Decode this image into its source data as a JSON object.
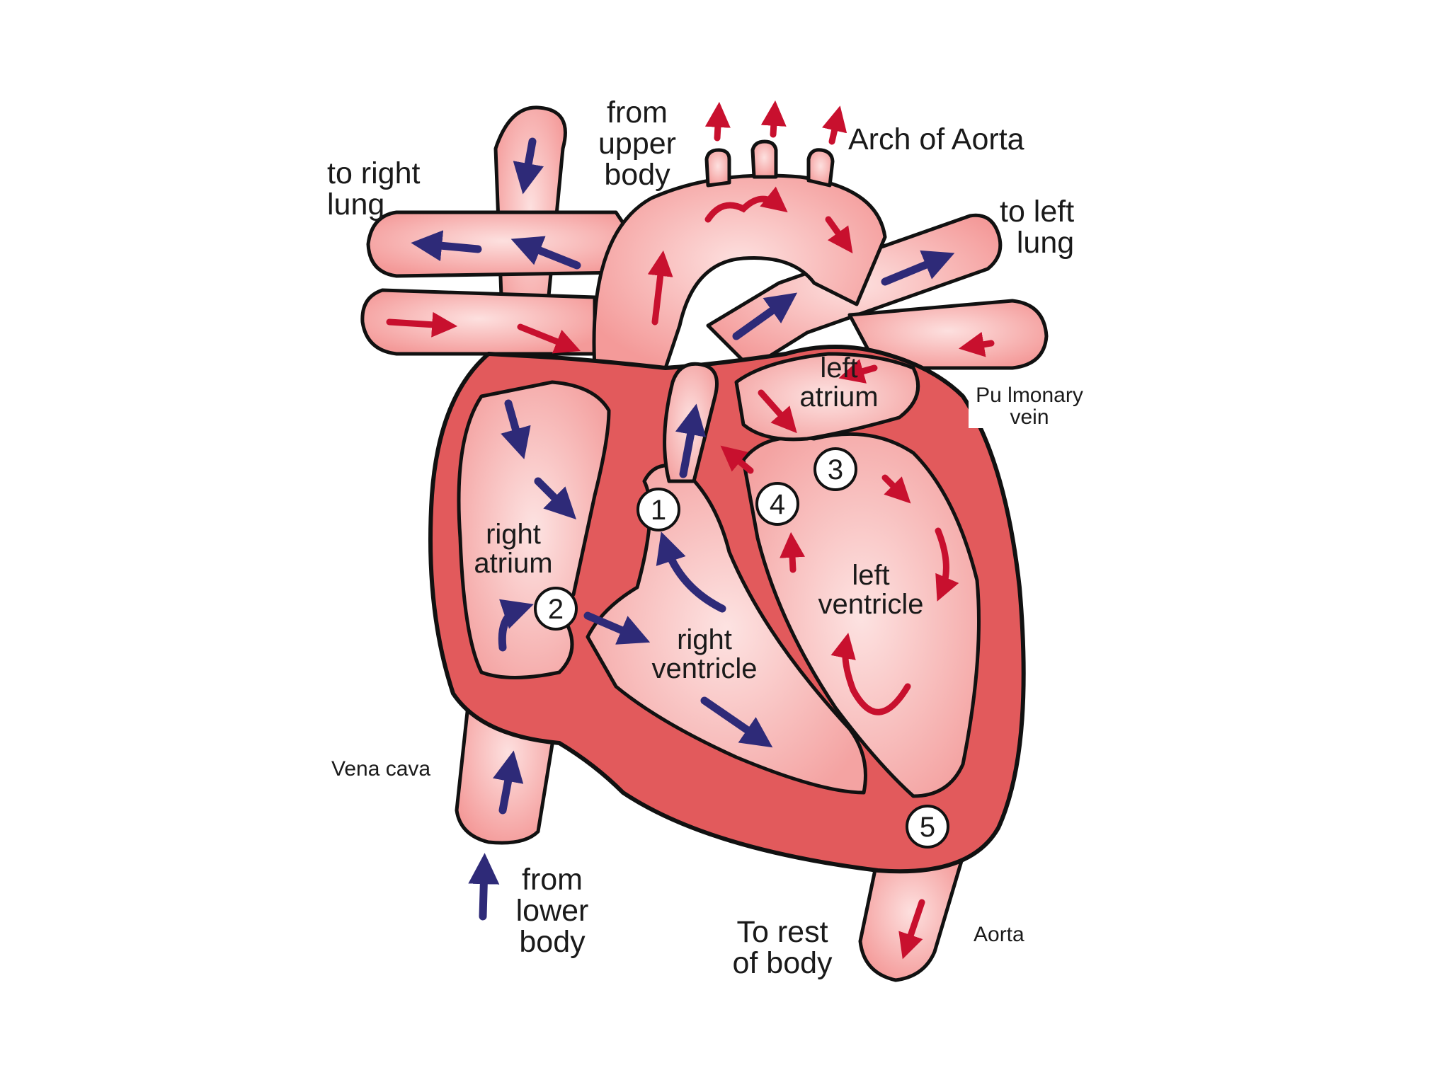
{
  "labels": {
    "from_upper_body": "from\nupper\nbody",
    "arch_of_aorta": "Arch of Aorta",
    "to_right_lung": "to right\nlung",
    "to_left_lung": "to left\nlung",
    "left_atrium": "left\natrium",
    "pulmonary_vein": "Pu lmonary\nvein",
    "right_atrium": "right\natrium",
    "left_ventricle": "left\nventricle",
    "right_ventricle": "right\nventricle",
    "vena_cava": "Vena cava",
    "from_lower_body": "from\nlower\nbody",
    "to_rest_of_body": "To rest\nof body",
    "aorta": "Aorta"
  },
  "valve_numbers": [
    "1",
    "2",
    "3",
    "4",
    "5"
  ],
  "colors": {
    "vessel_fill": "#f6aaa8",
    "vessel_light": "#fde0df",
    "wall_fill": "#e25a5c",
    "outline": "#111111",
    "deoxygenated_arrow": "#2e2a78",
    "oxygenated_arrow": "#c8102e"
  },
  "icons": {
    "deoxygenated_flow": "blue-arrow-icon",
    "oxygenated_flow": "red-arrow-icon"
  }
}
